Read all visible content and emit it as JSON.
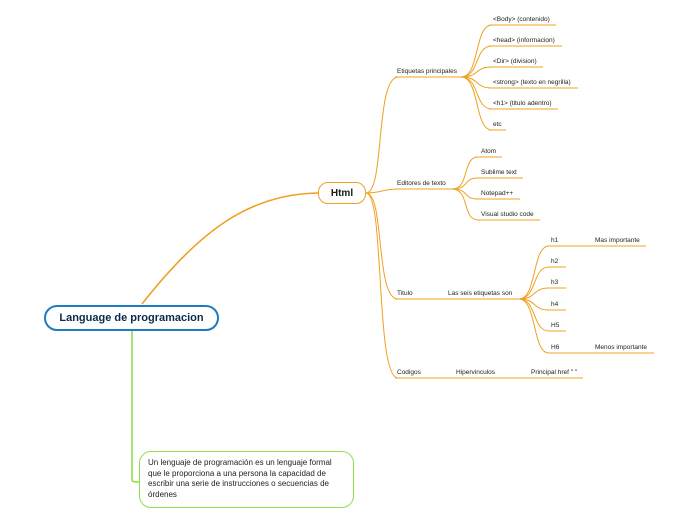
{
  "colors": {
    "root_border": "#1f7bc0",
    "branch": "#f0a020",
    "desc_branch": "#8ee04a"
  },
  "root": {
    "label": "Language de programacion"
  },
  "description": {
    "text": "Un lenguaje de programación es un lenguaje formal que le proporciona a una persona la capacidad de escribir una serie de instrucciones o secuencias de órdenes"
  },
  "html": {
    "label": "Html",
    "etiquetas": {
      "label": "Etiquetas principales",
      "items": [
        "<Body> (contenido)",
        "<head> (informacion)",
        "<Dir> (division)",
        "<strong> (texto en negrilla)",
        "<h1> (titulo adentro)",
        "etc"
      ]
    },
    "editores": {
      "label": "Editores de texto",
      "items": [
        "Atom",
        "Sublime text",
        "Notepad++",
        "Visual studio code"
      ]
    },
    "titulo": {
      "label": "Titulo",
      "seis": "Las seis etiquetas son",
      "items": [
        "h1",
        "h2",
        "h3",
        "h4",
        "H5",
        "H6"
      ],
      "mas": "Mas importante",
      "menos": "Menos importante"
    },
    "codigos": {
      "label": "Codigos",
      "hiper": "Hipervinculos",
      "principal": "Principal href \" \""
    }
  }
}
